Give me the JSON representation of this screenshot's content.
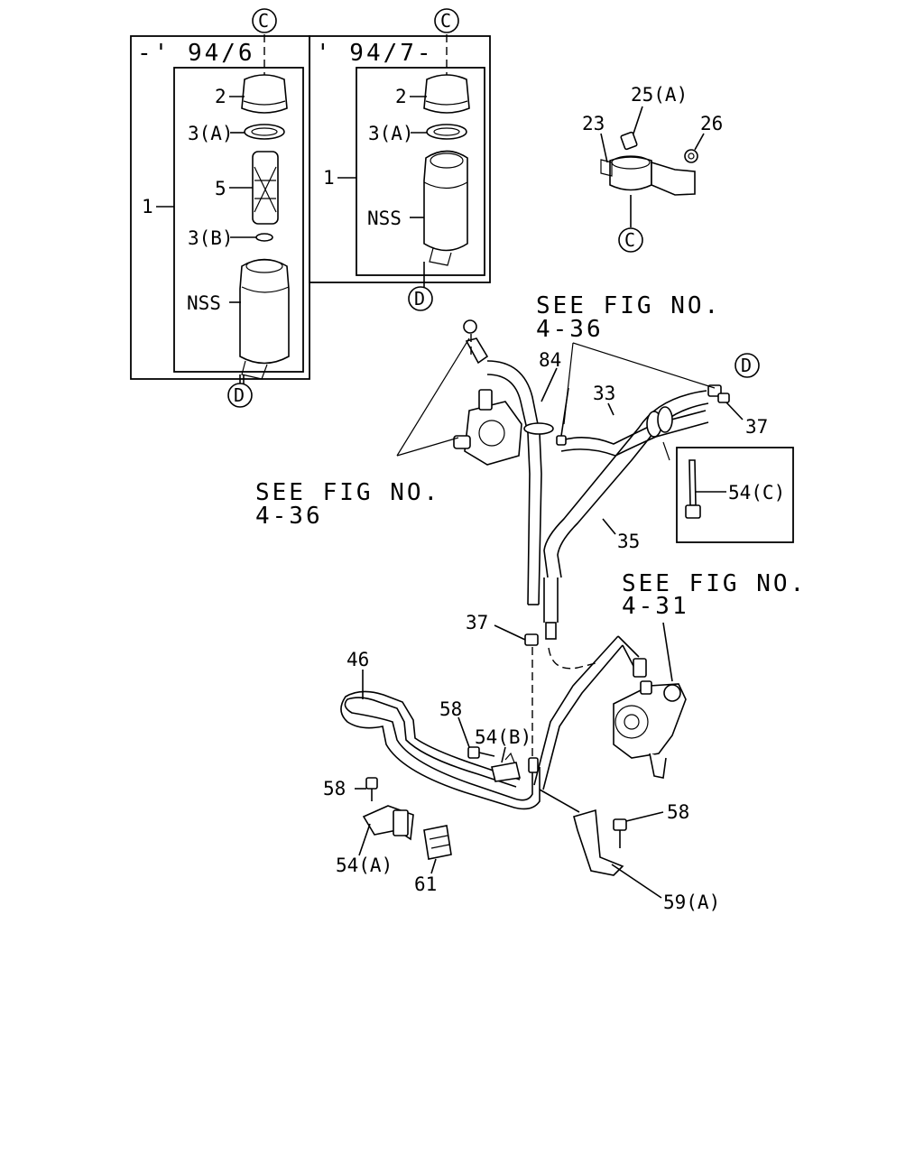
{
  "diagram": {
    "box_left_title": "-' 94/6",
    "box_right_title": "' 94/7-",
    "ref_c": "C",
    "ref_d": "D",
    "see_fig": "SEE FIG NO.",
    "fig_4_36": "4-36",
    "fig_4_31": "4-31",
    "labels": {
      "p1": "1",
      "p2": "2",
      "p3a": "3(A)",
      "p3b": "3(B)",
      "p5": "5",
      "nss": "NSS",
      "p23": "23",
      "p25a": "25(A)",
      "p26": "26",
      "p33": "33",
      "p35": "35",
      "p37": "37",
      "p46": "46",
      "p54a": "54(A)",
      "p54b": "54(B)",
      "p54c": "54(C)",
      "p58": "58",
      "p59a": "59(A)",
      "p61": "61",
      "p84": "84"
    }
  }
}
